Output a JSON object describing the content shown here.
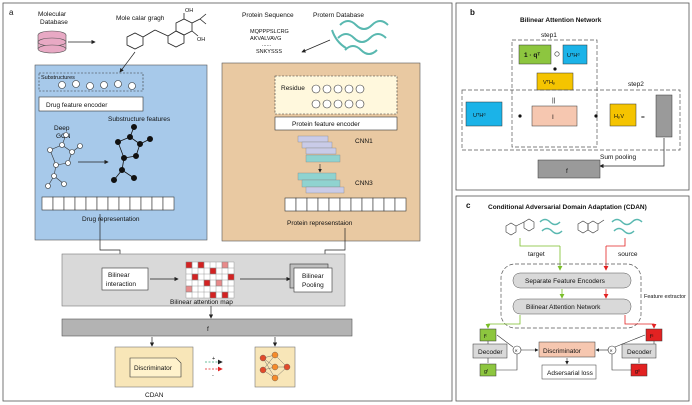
{
  "panel_a": {
    "label": "a",
    "molecular_database": [
      "Molecular",
      "Database"
    ],
    "mole_graph": "Mole calar gragh",
    "protein_sequence": "Protein Sequence",
    "protein_database": "Protern Database",
    "sequence_lines": [
      "MQPPPSLCRG",
      "AKVALVAVG",
      "......",
      "SNKYSSS"
    ],
    "substructures": "Substructures",
    "drug_encoder": "Drug feature encoder",
    "substructure_features": "Substructure features",
    "deep_gcn": [
      "Deep",
      "GCN"
    ],
    "drug_representation": "Drug representation",
    "residue": "Residue",
    "protein_encoder": "Protein feature encoder",
    "cnn1": "CNN1",
    "cnn3": "CNN3",
    "protein_representation": "Protein represenstaion",
    "bilinear_interaction": [
      "Bilinear",
      "interaction"
    ],
    "bilinear_attention_map": "Bilinear attention map",
    "bilinear_pooling": [
      "Bilinear",
      "Pooling"
    ],
    "f_label": "f",
    "discriminator": "Discriminator",
    "cdan": "CDAN"
  },
  "panel_b": {
    "label": "b",
    "title": "Bilinear Attention Network",
    "step1": "step1",
    "step2": "step2",
    "one_minus_q": "1 · qᵀ",
    "uh": "UᵀHᵈ",
    "vt_hp": "VᵀHₚ",
    "equals": "||",
    "i_label": "I",
    "left_box": "UᵀHᵈ",
    "right_box": "HₚV",
    "sum_pooling": "Sum pooling",
    "f_label": "f"
  },
  "panel_c": {
    "label": "c",
    "title": "Conditional Adversarial Domain Adaptation (CDAN)",
    "target": "target",
    "source": "source",
    "separate_encoders": "Separate Feature Encoders",
    "ban": "Bilinear Attention Network",
    "feature_extractor": "Feature extractor",
    "ft": "fᵗ",
    "fs": "fˢ",
    "gt": "gᵗ",
    "gs": "gˢ",
    "decoder": "Decoder",
    "discriminator": "Discriminator",
    "adversarial_loss": "Adsersarial loss"
  },
  "colors": {
    "drug_panel": "#a7c9ea",
    "protein_panel": "#e9c9a2",
    "protein_stripe": "#8fd3d0",
    "green": "#8dc63f",
    "yellow": "#f5c400",
    "blue": "#1bb3e8",
    "salmon": "#f6c7b0",
    "red": "#e22222",
    "grey": "#9a9a9a"
  }
}
